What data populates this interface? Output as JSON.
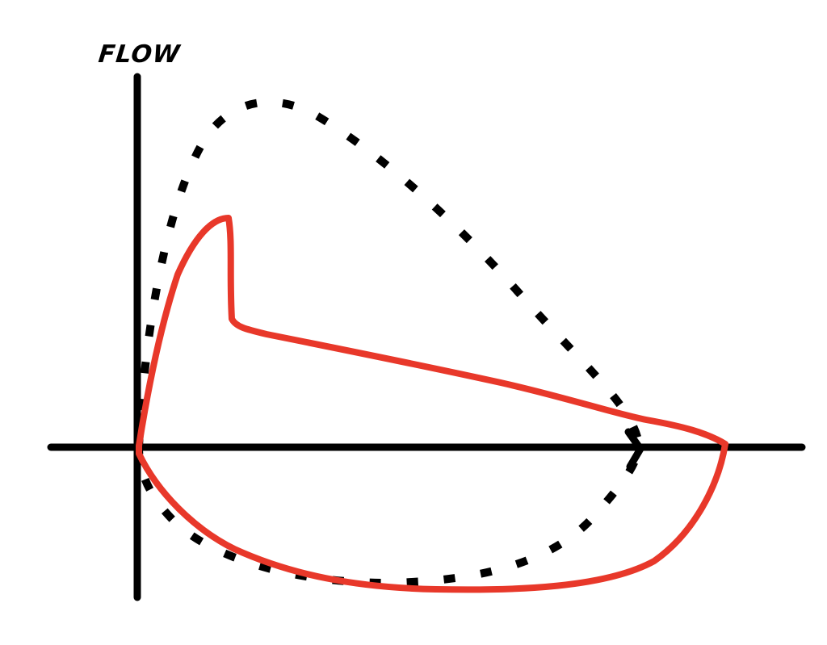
{
  "diagram": {
    "type": "flow-volume loop",
    "y_axis_label": "FLOW",
    "x_axis_label": "",
    "colors": {
      "axes": "#000000",
      "normal_loop": "#000000",
      "abnormal_loop": "#e8382a",
      "background": "#ffffff"
    },
    "curves": [
      {
        "name": "normal-loop",
        "style": "dashed",
        "color": "#000000"
      },
      {
        "name": "abnormal-loop",
        "style": "solid",
        "color": "#e8382a"
      }
    ]
  }
}
